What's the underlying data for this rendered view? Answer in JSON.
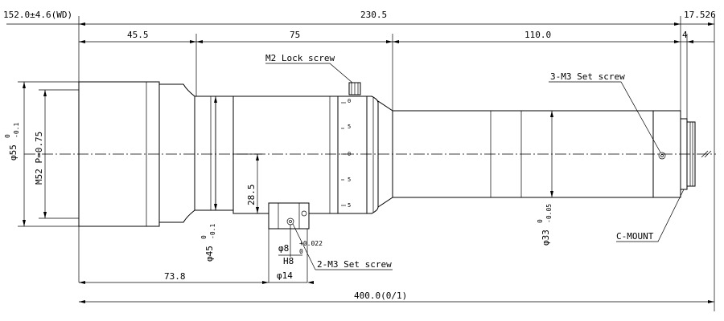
{
  "dimensions": {
    "working_distance": "152.0±4.6(WD)",
    "total_lens_length": "230.5",
    "flange_distance": "17.526",
    "front_section": "45.5",
    "middle_section": "75",
    "rear_section": "110.0",
    "mount_length": "4",
    "front_diameter": "φ55",
    "front_diameter_tol_upper": "0",
    "front_diameter_tol_lower": "-0.1",
    "filter_thread": "M52 P=0.75",
    "mid_diameter": "φ45",
    "mid_diameter_tol_upper": "0",
    "mid_diameter_tol_lower": "-0.1",
    "rear_diameter": "φ33",
    "rear_diameter_tol_upper": "0",
    "rear_diameter_tol_lower": "-0.05",
    "clamp_height": "28.5",
    "pin_hole": "φ8",
    "pin_tol_upper": "+0.022",
    "pin_tol_lower": "0",
    "pin_fit": "H8",
    "clamp_diameter": "φ14",
    "clamp_position": "73.8",
    "overall_length": "400.0(0/1)"
  },
  "callouts": {
    "lock_screw": "M2 Lock screw",
    "rear_set_screw": "3-M3 Set screw",
    "clamp_set_screw": "2-M3 Set screw",
    "mount": "C-MOUNT"
  },
  "ring_scale": {
    "marks": [
      "0",
      "5",
      "0",
      "5",
      "5"
    ]
  }
}
